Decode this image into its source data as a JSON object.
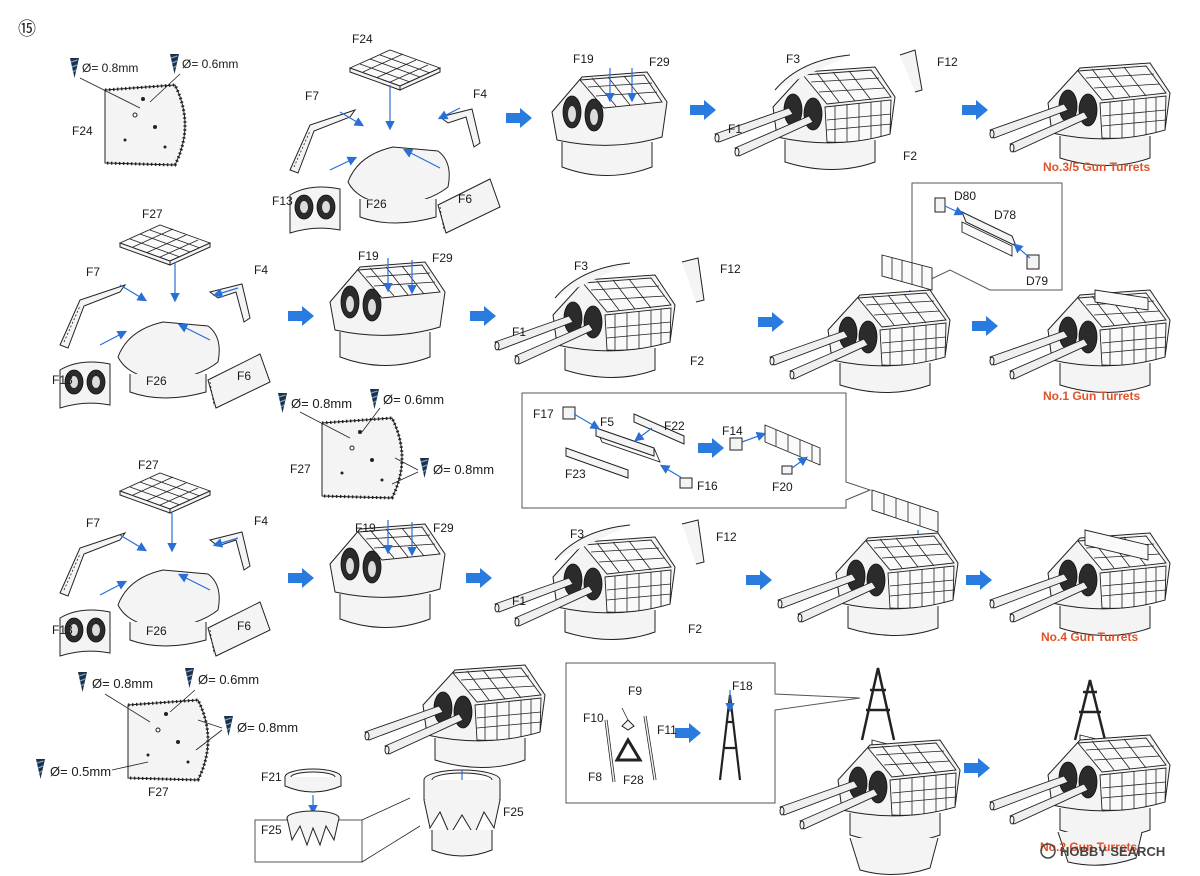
{
  "step_number": "⑮",
  "labels": {
    "F24": "F24",
    "F27": "F27",
    "F7": "F7",
    "F4": "F4",
    "F13": "F13",
    "F26": "F26",
    "F6": "F6",
    "F19": "F19",
    "F29": "F29",
    "F3": "F3",
    "F12": "F12",
    "F1": "F1",
    "F2": "F2",
    "D80": "D80",
    "D78": "D78",
    "D79": "D79",
    "F17": "F17",
    "F5": "F5",
    "F22": "F22",
    "F23": "F23",
    "F16": "F16",
    "F14": "F14",
    "F20": "F20",
    "F21": "F21",
    "F25": "F25",
    "F9": "F9",
    "F10": "F10",
    "F11": "F11",
    "F8": "F8",
    "F28": "F28",
    "F18": "F18"
  },
  "drill": {
    "d08": "Ø= 0.8mm",
    "d06": "Ø= 0.6mm",
    "d05": "Ø= 0.5mm",
    "d08_small": "Ø= 0.8mm",
    "d06_small": "Ø= 0.6mm"
  },
  "turret_titles": {
    "t35": "No.3/5 Gun Turrets",
    "t1": "No.1 Gun Turrets",
    "t4": "No.4 Gun Turrets",
    "t2": "No.2 Gun Turrets"
  },
  "watermark": "HOBBY SEARCH",
  "colors": {
    "arrow": "#2a7be0",
    "title": "#e0532a"
  }
}
